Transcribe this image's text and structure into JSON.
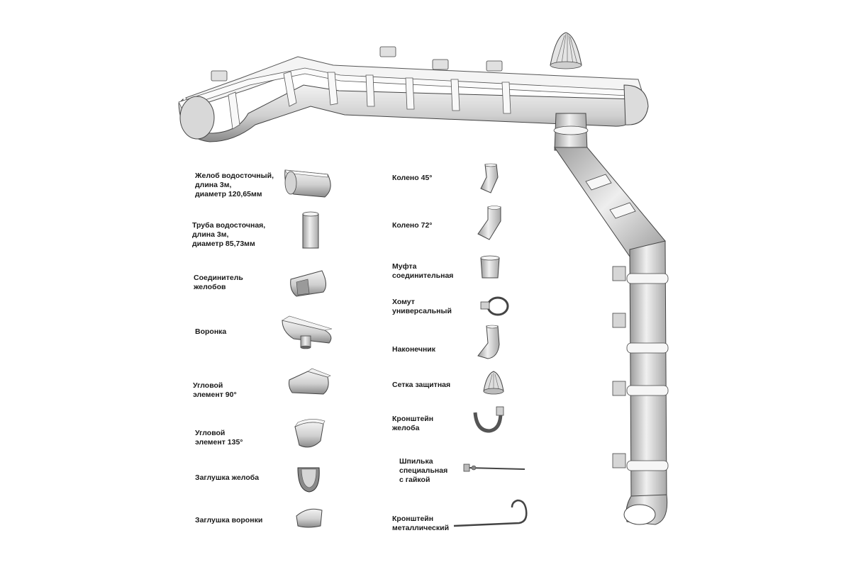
{
  "left_column": [
    {
      "id": "gutter",
      "label": "Желоб водосточный,\nдлина 3м,\nдиаметр 120,65мм"
    },
    {
      "id": "pipe",
      "label": "Труба водосточная,\nдлина 3м,\nдиаметр 85,73мм"
    },
    {
      "id": "gutter-connector",
      "label": "Соединитель\nжелобов"
    },
    {
      "id": "funnel",
      "label": "Воронка"
    },
    {
      "id": "corner-90",
      "label": "Угловой\nэлемент 90°"
    },
    {
      "id": "corner-135",
      "label": "Угловой\nэлемент 135°"
    },
    {
      "id": "gutter-cap",
      "label": "Заглушка желоба"
    },
    {
      "id": "funnel-cap",
      "label": "Заглушка воронки"
    }
  ],
  "right_column": [
    {
      "id": "elbow-45",
      "label": "Колено 45°"
    },
    {
      "id": "elbow-72",
      "label": "Колено 72°"
    },
    {
      "id": "coupling",
      "label": "Муфта\nсоединительная"
    },
    {
      "id": "clamp",
      "label": "Хомут\nуниверсальный"
    },
    {
      "id": "outlet",
      "label": "Наконечник"
    },
    {
      "id": "guard-mesh",
      "label": "Сетка защитная"
    },
    {
      "id": "gutter-bracket",
      "label": "Кронштейн\nжелоба"
    },
    {
      "id": "stud",
      "label": "Шпилька\nспециальная\nс гайкой"
    },
    {
      "id": "metal-bracket",
      "label": "Кронштейн\nметаллический"
    }
  ],
  "colors": {
    "part_light": "#e6e6e6",
    "part_mid": "#bdbdbd",
    "part_dark": "#7a7a7a",
    "outline": "#3c3c3c"
  }
}
